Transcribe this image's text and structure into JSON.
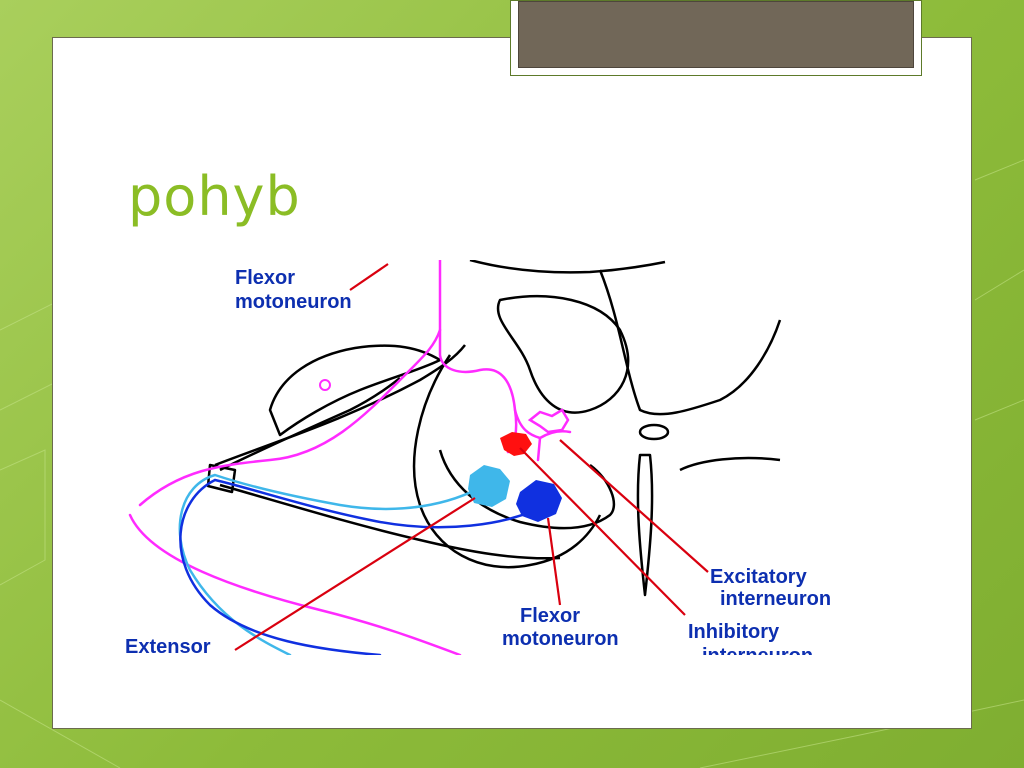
{
  "slide": {
    "title": "pohyb",
    "colors": {
      "background": "#8dbb3a",
      "title": "#8bbd25",
      "title_tab": "#716758",
      "card": "#ffffff"
    }
  },
  "diagram": {
    "labels": {
      "flexor_motoneuron_top_line1": "Flexor",
      "flexor_motoneuron_top_line2": "motoneuron",
      "flexor_motoneuron_bottom_line1": "Flexor",
      "flexor_motoneuron_bottom_line2": "motoneuron",
      "excitatory_line1": "Excitatory",
      "excitatory_line2": "interneuron",
      "inhibitory_line1": "Inhibitory",
      "inhibitory_line2": "interneuron",
      "extensor": "Extensor"
    },
    "colors": {
      "label_text": "#0d2fb0",
      "pointer_lines": "#d9000f",
      "sensory_fiber": "#ff2bff",
      "inhibitory_neuron": "#ff1010",
      "extensor_neuron": "#3fb7ea",
      "flexor_neuron": "#1030e0",
      "outline": "#000000"
    }
  }
}
